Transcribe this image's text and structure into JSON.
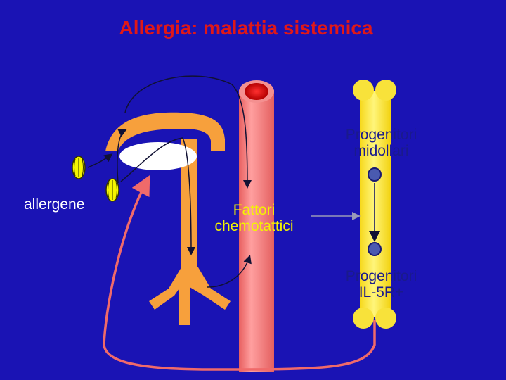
{
  "title": "Allergia: malattia sistemica",
  "labels": {
    "allergene": "allergene",
    "fattori_line1": "Fattori",
    "fattori_line2": "chemotattici",
    "progenitori_midollari_line1": "Progenitori",
    "progenitori_midollari_line2": "midollari",
    "progenitori_il5r_line1": "Progenitori",
    "progenitori_il5r_line2": "IL-5R+"
  },
  "colors": {
    "background": "#1a13b4",
    "title": "#e01818",
    "airway": "#f7a03c",
    "vessel": "#f38a8a",
    "bone": "#fbe83a",
    "arrow_dark": "#111133",
    "arrow_pink": "#f06a6a",
    "pollen": "#f4f400"
  }
}
